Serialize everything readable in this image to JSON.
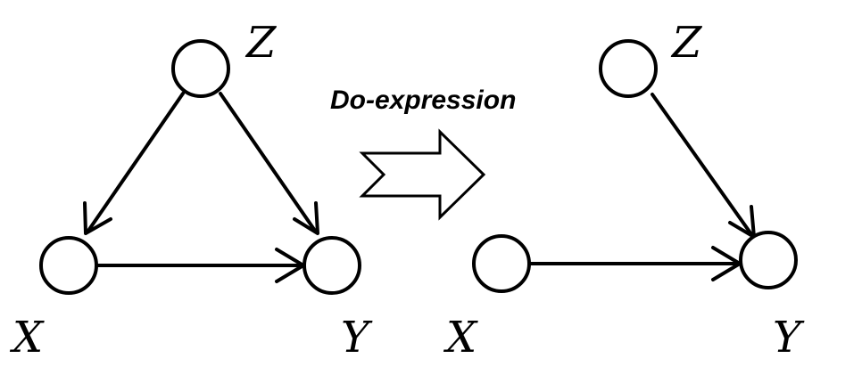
{
  "caption": "Do-expression",
  "nodes": {
    "left_z": "Z",
    "left_x": "X",
    "left_y": "Y",
    "right_z": "Z",
    "right_x": "X",
    "right_y": "Y"
  }
}
